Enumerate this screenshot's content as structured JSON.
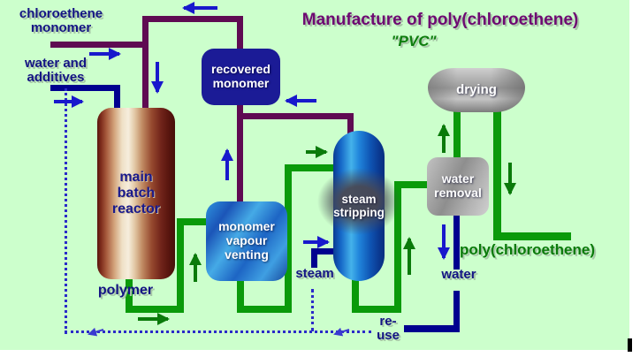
{
  "title": {
    "main": "Manufacture of poly(chloroethene)",
    "sub": "\"PVC\""
  },
  "labels": {
    "feed_monomer": [
      "chloroethene",
      "monomer"
    ],
    "feed_water": [
      "water and",
      "additives"
    ],
    "polymer": "polymer",
    "steam": "steam",
    "water": "water",
    "reuse": [
      "re-",
      "use"
    ],
    "product": "poly(chloroethene)"
  },
  "units": {
    "reactor": [
      "main",
      "batch",
      "reactor"
    ],
    "recovered_monomer": [
      "recovered",
      "monomer"
    ],
    "vapour_venting": [
      "monomer",
      "vapour",
      "venting"
    ],
    "steam_stripping": [
      "steam",
      "stripping"
    ],
    "water_removal": [
      "water",
      "removal"
    ],
    "drying": "drying"
  },
  "colors": {
    "background": "#ccffcc",
    "pipe_monomer": "#5f0a52",
    "pipe_water": "#00008f",
    "pipe_product": "#0a9a0a",
    "arrow_blue": "#1818cc",
    "arrow_green": "#0a7a0a",
    "reuse_dashed": "#2a2ac8",
    "title_text": "#6e0a72",
    "label_text": "#141484",
    "product_text": "#0a7a0a"
  }
}
